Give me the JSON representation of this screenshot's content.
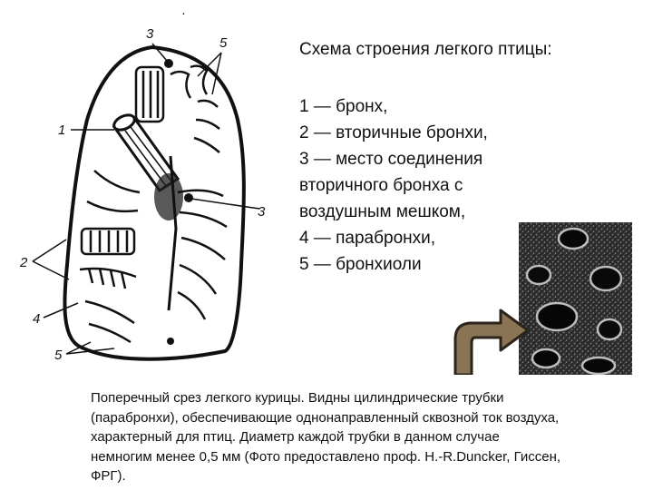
{
  "title": "Схема строения легкого птицы:",
  "legend": [
    "1 — бронх,",
    "2 — вторичные бронхи,",
    "3 — место соединения",
    "вторичного бронха с",
    "воздушным мешком,",
    "4 — парабронхи,",
    "5 — бронхиоли"
  ],
  "caption": [
    "Поперечный срез легкого курицы. Видны цилиндрические трубки",
    "(парабронхи), обеспечивающие однонаправленный сквозной ток воздуха,",
    "характерный для птиц. Диаметр каждой трубки в данном случае",
    "немногим менее 0,5 мм (Фото предоставлено проф. Н.-R.Duncker, Гиссен,",
    "ФРГ)."
  ],
  "diagram_labels": {
    "l1": "1",
    "l2": "2",
    "l3_top": "3",
    "l3_right": "3",
    "l4": "4",
    "l5_top": "5",
    "l5_bottom": "5",
    "dot": "."
  },
  "colors": {
    "ink": "#111111",
    "arrow_fill": "#8a7456",
    "arrow_stroke": "#2b241b",
    "photo_bg": "#1f1f1f"
  },
  "icons": {
    "arrow": "curved-arrow-icon"
  }
}
